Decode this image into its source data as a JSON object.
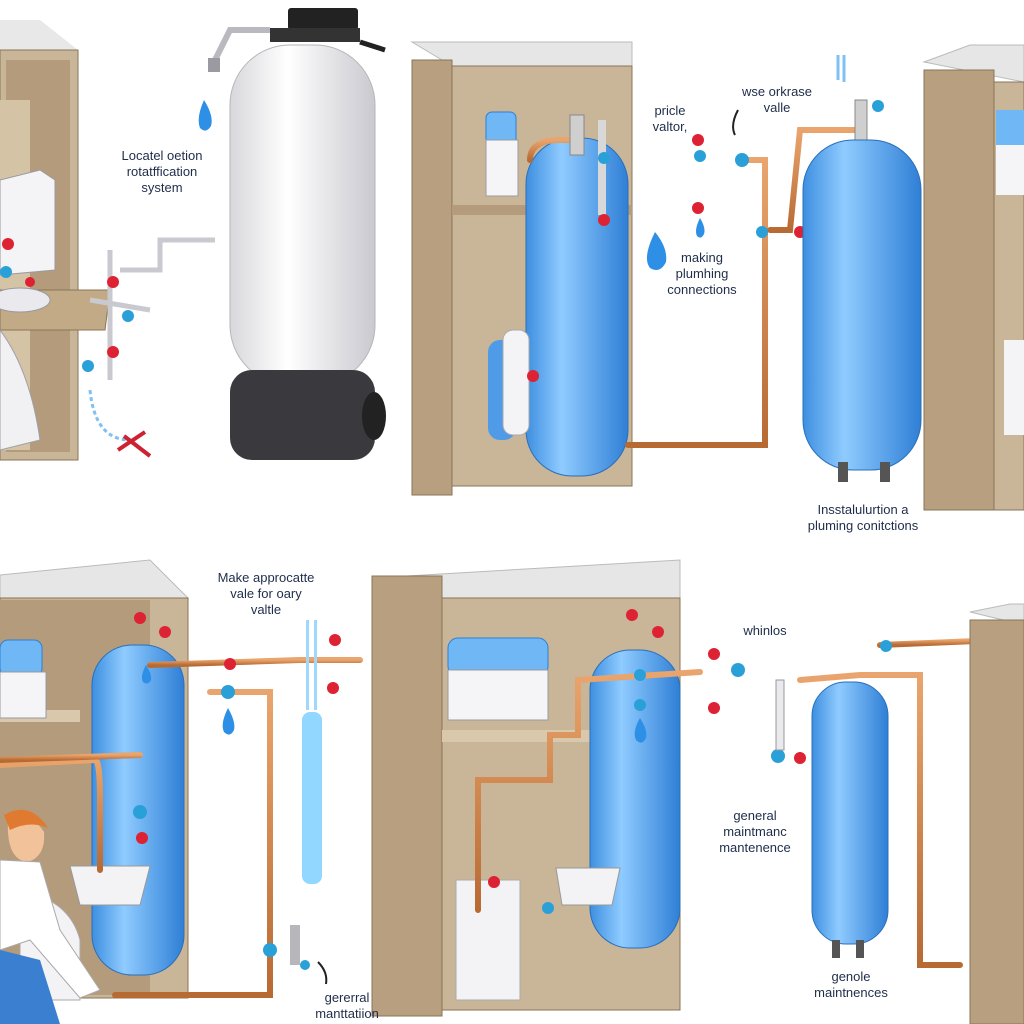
{
  "labels": {
    "locate_system": "Locatel oetion\nrotatffication\nsystem",
    "pricle_valtor": "pricle\nvaltor,",
    "wse_valle": "wse orkrase\nvalle",
    "making_plumbing": "making\nplumhing\nconnections",
    "installation": "Insstalulurtion a\npluming conitctions",
    "make_appropriate": "Make approcatte\nvale for oary\nvaltle",
    "whinlos": "whinlos",
    "general_maintenance_mid": "general\nmaintmanc\nmantenence",
    "general_maintenance_bottom": "gererral\nmanttatiion",
    "genole_maintenances": "genole\nmaintnences"
  },
  "colors": {
    "cabinet_side": "#b79f80",
    "cabinet_back": "#c9b597",
    "cabinet_top": "#e6e6e6",
    "tank_blue": "#5aaaf0",
    "tank_white": "#f0f0f2",
    "copper_pipe": "#d4884e",
    "text": "#1f2d4a"
  },
  "icons": [
    "water-drop-icon",
    "valve-icon",
    "faucet-icon",
    "arrow-icon",
    "wrench-icon"
  ]
}
